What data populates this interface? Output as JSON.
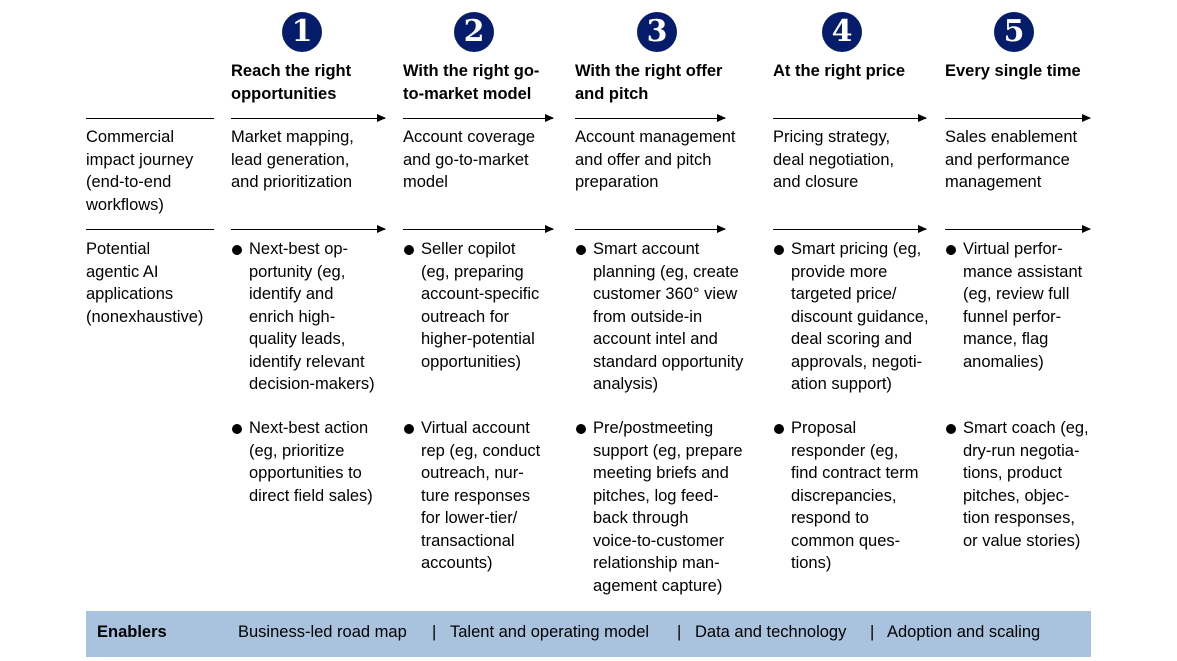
{
  "stages": [
    {
      "number": "1",
      "title": "Reach the right\nopportunities",
      "workflow": "Market mapping,\nlead generation,\nand prioritization"
    },
    {
      "number": "2",
      "title": "With the right go-\nto-market model",
      "workflow": "Account coverage\nand go-to-market\nmodel"
    },
    {
      "number": "3",
      "title": "With the right offer\nand pitch",
      "workflow": "Account management\nand offer and pitch\npreparation"
    },
    {
      "number": "4",
      "title": "At the right price",
      "workflow": "Pricing strategy,\ndeal negotiation,\nand closure"
    },
    {
      "number": "5",
      "title": "Every single time",
      "workflow": "Sales enablement\nand performance\nmanagement"
    }
  ],
  "row_labels": {
    "journey": "Commercial\nimpact journey\n(end-to-end\nworkflows)",
    "applications": "Potential\nagentic AI\napplications\n(nonexhaustive)"
  },
  "applications": [
    [
      "Next-best op-\nportunity (eg,\nidentify and\nenrich high-\nquality leads,\nidentify relevant\ndecision-makers)",
      "Next-best action\n(eg, prioritize\nopportunities to\ndirect field sales)"
    ],
    [
      "Seller copilot\n(eg, preparing\naccount-specific\noutreach for\nhigher-potential\nopportunities)",
      "Virtual account\nrep (eg, conduct\noutreach, nur-\nture responses\nfor lower-tier/\ntransactional\naccounts)"
    ],
    [
      "Smart account\nplanning (eg, create\ncustomer 360° view\nfrom outside-in\naccount intel and\nstandard opportunity\nanalysis)",
      "Pre/postmeeting\nsupport (eg, prepare\nmeeting briefs and\npitches, log feed-\nback through\nvoice-to-customer\nrelationship man-\nagement capture)"
    ],
    [
      "Smart pricing (eg,\nprovide more\ntargeted price/\ndiscount guidance,\ndeal scoring and\napprovals, negoti-\nation support)",
      "Proposal\nresponder (eg,\nfind contract term\ndiscrepancies,\nrespond to\ncommon ques-\ntions)"
    ],
    [
      "Virtual perfor-\nmance assistant\n(eg, review full\nfunnel perfor-\nmance, flag\nanomalies)",
      "Smart coach (eg,\ndry-run negotia-\ntions, product\npitches, objec-\ntion responses,\nor value stories)"
    ]
  ],
  "enablers": {
    "label": "Enablers",
    "items": [
      "Business-led road map",
      "Talent and operating model",
      "Data and technology",
      "Adoption and scaling"
    ],
    "separator": "|"
  },
  "colors": {
    "circle": "#051c6b",
    "enablers_bar": "#a9c3de",
    "text": "#000000"
  }
}
